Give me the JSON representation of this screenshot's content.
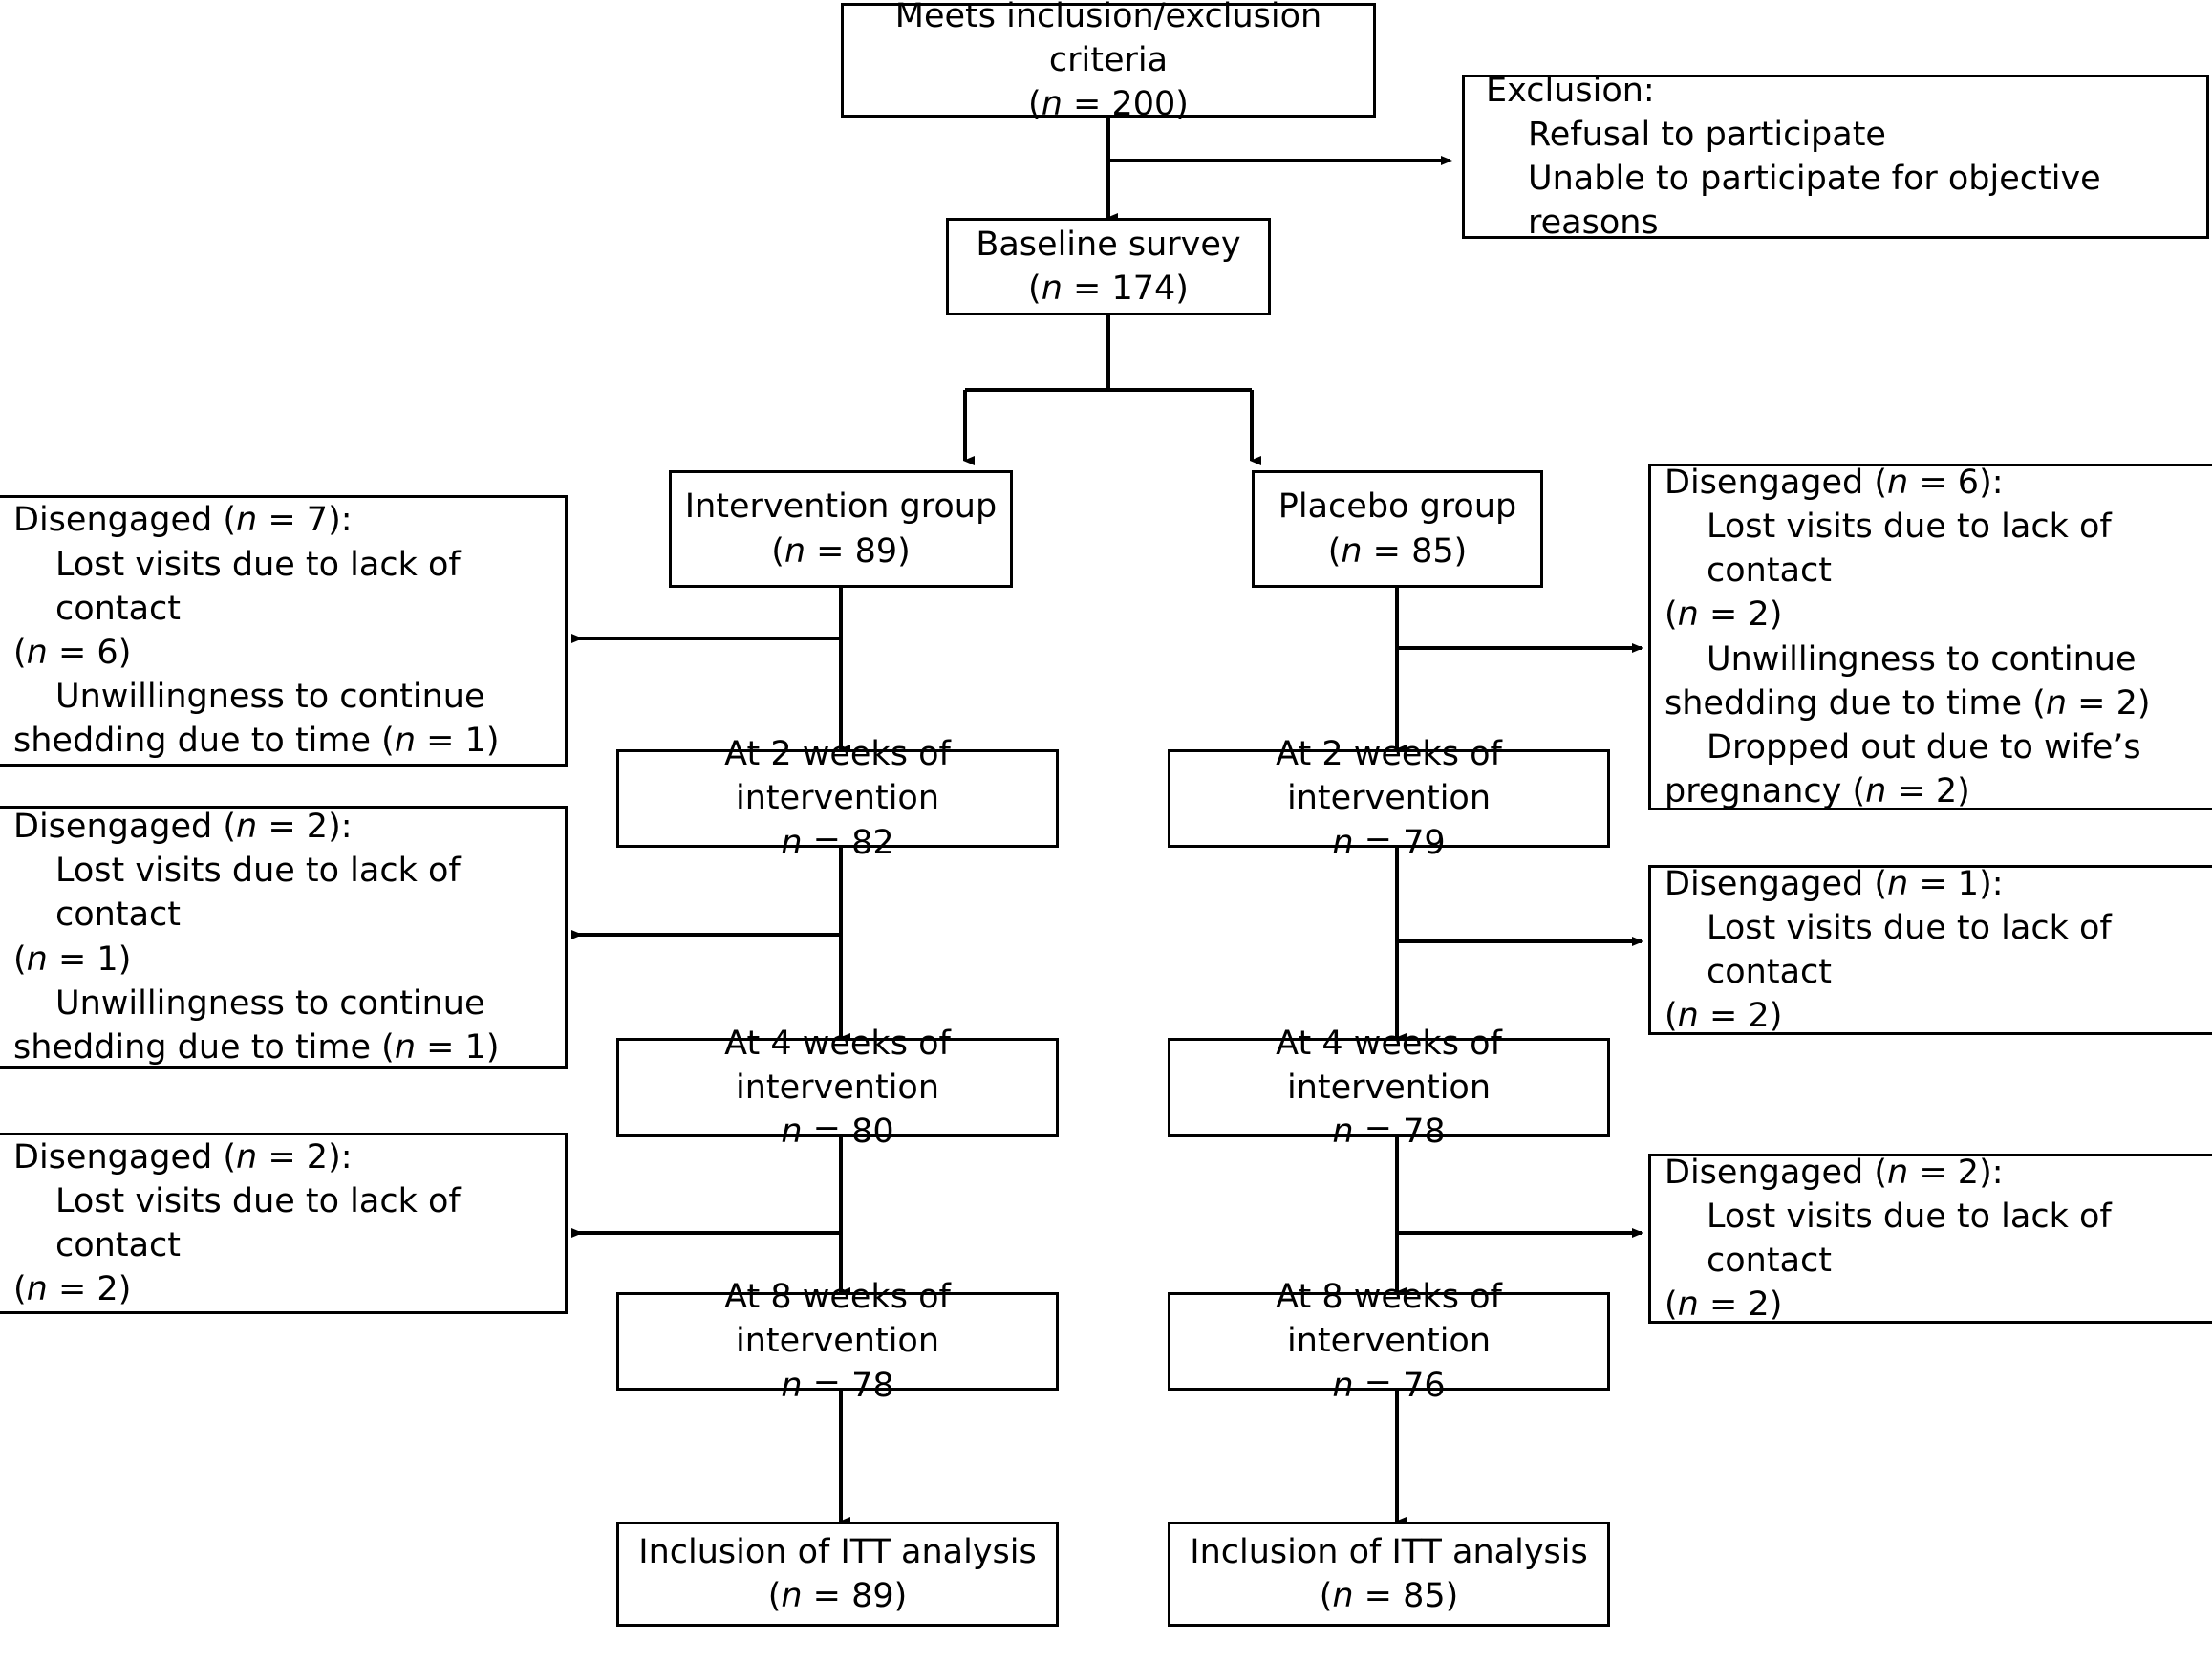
{
  "diagram": {
    "type": "flowchart",
    "title": "CONSORT participant flow diagram",
    "colors": {
      "stroke": "#000000",
      "fill": "#ffffff",
      "text": "#000000"
    },
    "nodes": {
      "eligibility": {
        "line1": "Meets inclusion/exclusion criteria",
        "line2_pre": "(",
        "line2_n": "n",
        "line2_post": " = 200)"
      },
      "exclusion": {
        "line1": "Exclusion:",
        "line2": "Refusal to participate",
        "line3": "Unable to participate for objective reasons"
      },
      "baseline": {
        "line1": "Baseline survey",
        "line2_pre": "(",
        "line2_n": "n",
        "line2_post": " = 174)"
      },
      "intervention_group": {
        "line1": "Intervention group",
        "line2_pre": "(",
        "line2_n": "n",
        "line2_post": " = 89)"
      },
      "placebo_group": {
        "line1": "Placebo group",
        "line2_pre": "(",
        "line2_n": "n",
        "line2_post": " = 85)"
      },
      "int_week2": {
        "line1": "At 2 weeks of intervention",
        "line2_n": "n",
        "line2_post": " = 82"
      },
      "pbo_week2": {
        "line1": "At 2 weeks of intervention",
        "line2_n": "n",
        "line2_post": " = 79"
      },
      "int_week4": {
        "line1": "At 4 weeks of intervention",
        "line2_n": "n",
        "line2_post": " = 80"
      },
      "pbo_week4": {
        "line1": "At 4 weeks of intervention",
        "line2_n": "n",
        "line2_post": " = 78"
      },
      "int_week8": {
        "line1": "At 8 weeks of intervention",
        "line2_n": "n",
        "line2_post": " = 78"
      },
      "pbo_week8": {
        "line1": "At 8 weeks of intervention",
        "line2_n": "n",
        "line2_post": " = 76"
      },
      "int_itt": {
        "line1": "Inclusion of ITT analysis",
        "line2_pre": "(",
        "line2_n": "n",
        "line2_post": " = 89)"
      },
      "pbo_itt": {
        "line1": "Inclusion of ITT analysis",
        "line2_pre": "(",
        "line2_n": "n",
        "line2_post": " = 85)"
      },
      "int_drop1": {
        "header_pre": "Disengaged (",
        "header_n": "n",
        "header_post": " = 7):",
        "r1_text": "Lost visits due to lack of contact",
        "r1_count_pre": "(",
        "r1_count_n": "n",
        "r1_count_post": " = 6)",
        "r2_text": "Unwillingness to continue",
        "r2_cont_pre": "shedding due to time (",
        "r2_cont_n": "n",
        "r2_cont_post": " = 1)"
      },
      "int_drop2": {
        "header_pre": "Disengaged (",
        "header_n": "n",
        "header_post": " = 2):",
        "r1_text": "Lost visits due to lack of contact",
        "r1_count_pre": "(",
        "r1_count_n": "n",
        "r1_count_post": " = 1)",
        "r2_text": "Unwillingness to continue",
        "r2_cont_pre": "shedding due to time (",
        "r2_cont_n": "n",
        "r2_cont_post": " = 1)"
      },
      "int_drop3": {
        "header_pre": "Disengaged (",
        "header_n": "n",
        "header_post": " = 2):",
        "r1_text": "Lost visits due to lack of contact",
        "r1_count_pre": "(",
        "r1_count_n": "n",
        "r1_count_post": " = 2)"
      },
      "pbo_drop1": {
        "header_pre": "Disengaged (",
        "header_n": "n",
        "header_post": " = 6):",
        "r1_text": "Lost visits due to lack of contact",
        "r1_count_pre": "(",
        "r1_count_n": "n",
        "r1_count_post": " = 2)",
        "r2_text": "Unwillingness to continue",
        "r2_cont_pre": "shedding due to time (",
        "r2_cont_n": "n",
        "r2_cont_post": " = 2)",
        "r3_text": "Dropped out due to wife’s",
        "r3_cont_pre": "pregnancy (",
        "r3_cont_n": "n",
        "r3_cont_post": " = 2)"
      },
      "pbo_drop2": {
        "header_pre": "Disengaged (",
        "header_n": "n",
        "header_post": " = 1):",
        "r1_text": "Lost visits due to lack of contact",
        "r1_count_pre": "(",
        "r1_count_n": "n",
        "r1_count_post": " = 2)"
      },
      "pbo_drop3": {
        "header_pre": "Disengaged (",
        "header_n": "n",
        "header_post": " = 2):",
        "r1_text": "Lost visits due to lack of contact",
        "r1_count_pre": "(",
        "r1_count_n": "n",
        "r1_count_post": " = 2)"
      }
    }
  }
}
